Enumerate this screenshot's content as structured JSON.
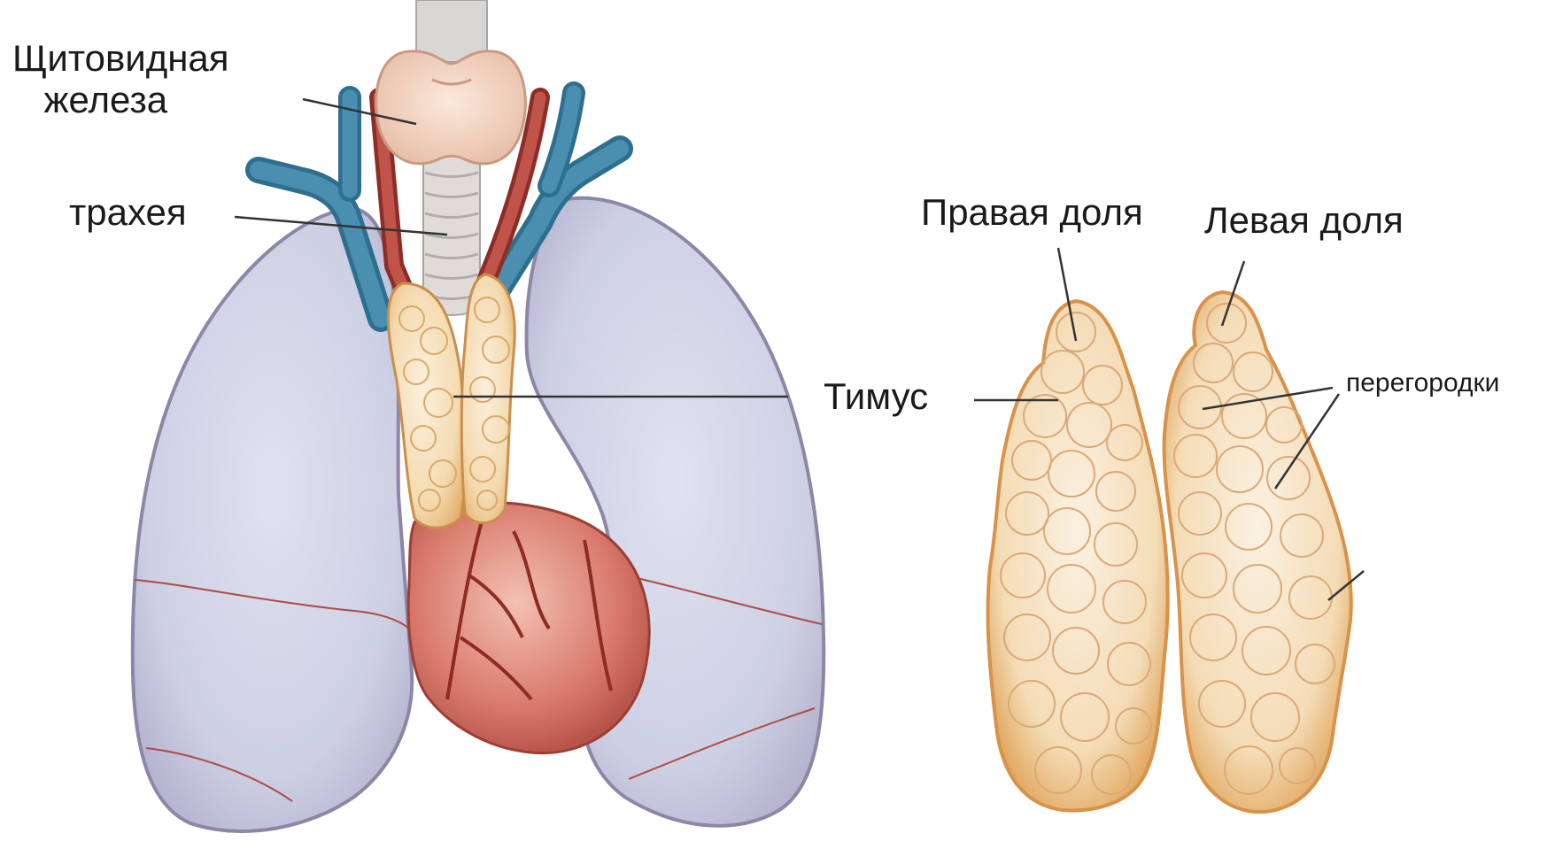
{
  "labels": {
    "thyroid_line1": "Щитовидная",
    "thyroid_line2": "железа",
    "trachea": "трахея",
    "thymus": "Тимус",
    "right_lobe": "Правая доля",
    "left_lobe": "Левая доля",
    "septa": "перегородки"
  },
  "colors": {
    "lung": "#cfd3e6",
    "lung_edge": "#8e86a6",
    "vein": "#3a7f9e",
    "artery": "#b5453a",
    "thyroid": "#f2d8c6",
    "trachea": "#dfdcda",
    "thymus": "#f1cf96",
    "thymus_edge": "#c98f4c",
    "heart": "#d4766a",
    "leader_line": "#333333"
  }
}
